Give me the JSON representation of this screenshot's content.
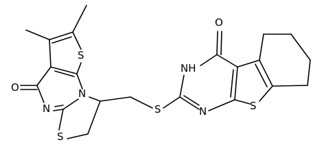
{
  "colors": {
    "background": "#ffffff",
    "ink": "#000000"
  },
  "atom_labels": {
    "O_left": "O",
    "N_left_ring": "N",
    "N_left_fused": "N",
    "S_left_thiophene": "S",
    "S_thiazole": "S",
    "S_linker": "S",
    "NH_right": "NH",
    "O_right": "O",
    "N_right": "N",
    "S_right": "S"
  }
}
